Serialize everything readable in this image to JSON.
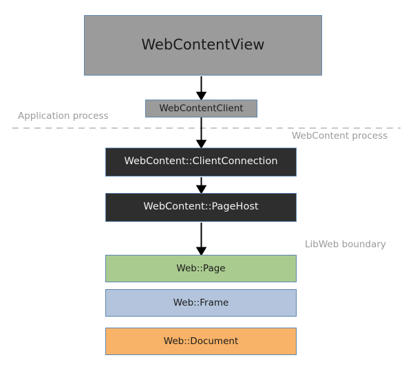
{
  "diagram": {
    "type": "block-flow-diagram",
    "title_text_present": false,
    "colors": {
      "gray_fill": "#9b9b9b",
      "dark_fill": "#2e2e2e",
      "green_fill": "#aacb8f",
      "blue_fill": "#b3c4dc",
      "orange_fill": "#f8b368",
      "border": "#5b84b1",
      "arrow": "#000000",
      "divider": "#b5b5b5",
      "label_text": "#9a9a9a",
      "dark_text": "#f2f2f2",
      "light_text": "#1a1a1a",
      "background": "#ffffff"
    },
    "nodes": [
      {
        "id": "webcontentview",
        "label": "WebContentView"
      },
      {
        "id": "webcontentclient",
        "label": "WebContentClient"
      },
      {
        "id": "clientconnection",
        "label": "WebContent::ClientConnection"
      },
      {
        "id": "pagehost",
        "label": "WebContent::PageHost"
      },
      {
        "id": "page",
        "label": "Web::Page"
      },
      {
        "id": "frame",
        "label": "Web::Frame"
      },
      {
        "id": "document",
        "label": "Web::Document"
      }
    ],
    "edges": [
      {
        "from": "webcontentview",
        "to": "webcontentclient"
      },
      {
        "from": "webcontentclient",
        "to": "clientconnection"
      },
      {
        "from": "clientconnection",
        "to": "pagehost"
      },
      {
        "from": "pagehost",
        "to": "page"
      }
    ],
    "boundaries": [
      {
        "id": "application-process",
        "label": "Application process",
        "align": "left",
        "divider": true
      },
      {
        "id": "webcontent-process",
        "label": "WebContent process",
        "align": "right",
        "divider": true
      },
      {
        "id": "libweb-boundary",
        "label": "LibWeb boundary",
        "align": "right",
        "divider": false
      }
    ]
  }
}
